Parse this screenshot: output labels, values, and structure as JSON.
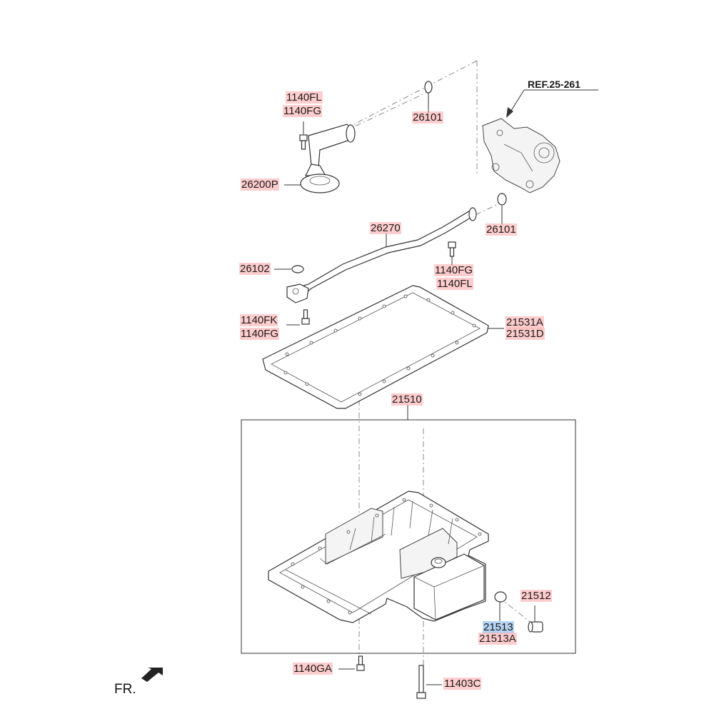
{
  "reference": "REF.25-261",
  "direction": "FR.",
  "colors": {
    "label_highlight": "#ff9191",
    "selected_highlight": "#78afeb",
    "line": "#333333"
  },
  "labels": [
    {
      "id": "l1",
      "text": "1140FL"
    },
    {
      "id": "l2",
      "text": "1140FG"
    },
    {
      "id": "l3",
      "text": "26101"
    },
    {
      "id": "l4",
      "text": "26200P"
    },
    {
      "id": "l5",
      "text": "26270"
    },
    {
      "id": "l6",
      "text": "26101"
    },
    {
      "id": "l7",
      "text": "26102"
    },
    {
      "id": "l8",
      "text": "1140FG"
    },
    {
      "id": "l9",
      "text": "1140FL"
    },
    {
      "id": "l10",
      "text": "1140FK"
    },
    {
      "id": "l11",
      "text": "1140FG"
    },
    {
      "id": "l12",
      "text": "21531A"
    },
    {
      "id": "l13",
      "text": "21531D"
    },
    {
      "id": "l14",
      "text": "21510"
    },
    {
      "id": "l15",
      "text": "21512"
    },
    {
      "id": "l16",
      "text": "21513",
      "selected": true
    },
    {
      "id": "l17",
      "text": "21513A"
    },
    {
      "id": "l18",
      "text": "1140GA"
    },
    {
      "id": "l19",
      "text": "11403C"
    }
  ]
}
